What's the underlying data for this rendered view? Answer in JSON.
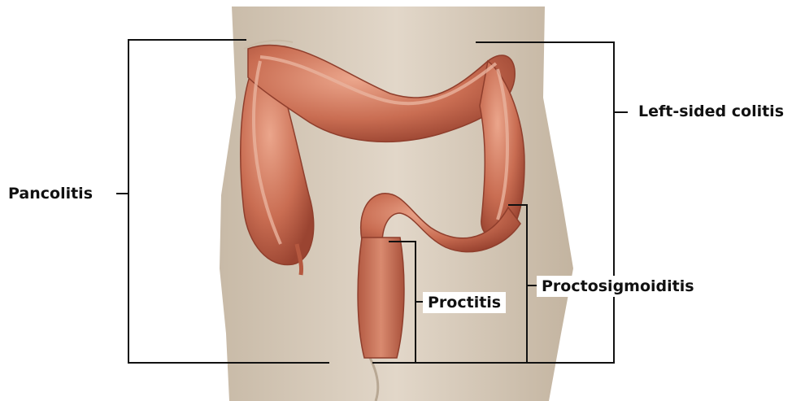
{
  "labels": {
    "pancolitis": "Pancolitis",
    "left_sided_colitis": "Left-sided colitis",
    "proctosigmoiditis": "Proctosigmoiditis",
    "proctitis": "Proctitis"
  },
  "colors": {
    "skin": "#d9cdbd",
    "colon": "#c46a50",
    "colon_dark": "#9c4432",
    "colon_light": "#e7a28a",
    "line": "#111111",
    "background": "#ffffff"
  }
}
